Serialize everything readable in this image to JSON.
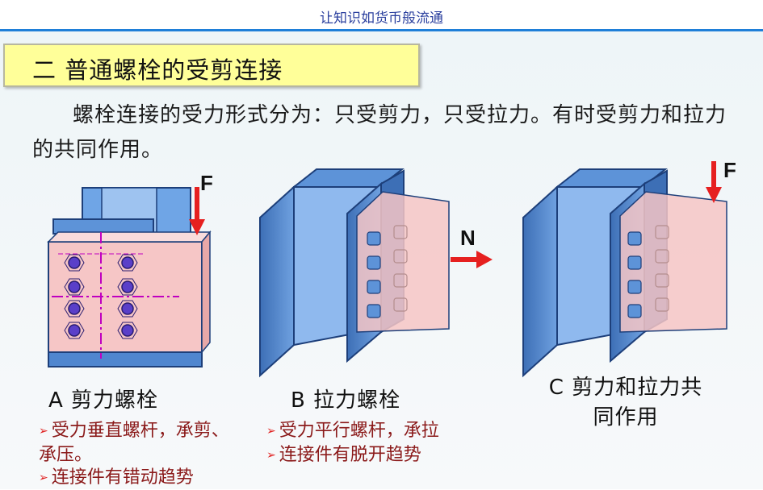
{
  "header": {
    "site_title": "让知识如货币般流通"
  },
  "slide": {
    "heading": "二 普通螺栓的受剪连接",
    "intro": "螺栓连接的受力形式分为：只受剪力，只受拉力。有时受剪力和拉力的共同作用。",
    "panels": [
      {
        "caption": "A 剪力螺栓",
        "force_label": "F",
        "bullets": [
          "受力垂直螺杆，承剪、承压。",
          "连接件有错动趋势"
        ]
      },
      {
        "caption": "B 拉力螺栓",
        "force_label": "N",
        "bullets": [
          "受力平行螺杆，承拉",
          "连接件有脱开趋势"
        ]
      },
      {
        "caption_line1": "C 剪力和拉力共",
        "caption_line2": "同作用",
        "force_label": "F"
      }
    ]
  },
  "colors": {
    "steel_blue": "#5b93d6",
    "plate_pink": "#f6c6c6",
    "bolt_purple": "#5a3fc9",
    "arrow_red": "#e62020",
    "heading_bg": "#ffff99",
    "bullet_text": "#8b1a1a"
  }
}
